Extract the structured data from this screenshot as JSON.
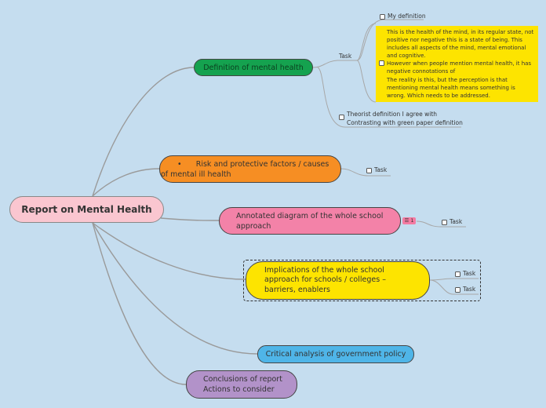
{
  "central": {
    "label": "Report on Mental Health"
  },
  "branches": {
    "definition": {
      "label": "Definition of mental health"
    },
    "risk": {
      "bullet": "•",
      "line1": "Risk and protective factors / causes",
      "line2": "of mental ill health"
    },
    "diagram": {
      "line1": "Annotated diagram of the whole school",
      "line2": "approach"
    },
    "implications": {
      "line1": "Implications of the whole school",
      "line2": "approach for schools / colleges –",
      "line3": "barriers, enablers"
    },
    "critical": {
      "label": "Critical analysis of government policy"
    },
    "conclusions": {
      "line1": "Conclusions of report",
      "line2": "Actions to consider"
    }
  },
  "definition_sub": {
    "task_label": "Task",
    "my_definition": "My definition",
    "note_lines": [
      "This is the health of the mind, in its regular state, not",
      "positive nor negative this is a state of being. This",
      "includes all aspects of the mind, mental emotional",
      "and cognitive.",
      "However when people mention mental health, it has",
      "negative connotations of",
      "The reality is this, but the perception is that",
      "mentioning mental health means something is",
      "wrong. Which needs to be addressed."
    ],
    "theorist_line1": "Theorist definition I agree with",
    "theorist_line2": "Contrasting with green paper definition"
  },
  "risk_task": "Task",
  "diagram_task": "Task",
  "diagram_badge": "☰ 1",
  "implications_tasks": [
    "Task",
    "Task"
  ],
  "colors": {
    "background": "#c5ddef",
    "central": "#fac6d0",
    "definition": "#15a24f",
    "risk": "#f68e23",
    "diagram": "#f382a8",
    "implications": "#fde400",
    "critical": "#4fb5e8",
    "conclusions": "#b292c9",
    "connector": "#9a9a9a"
  }
}
